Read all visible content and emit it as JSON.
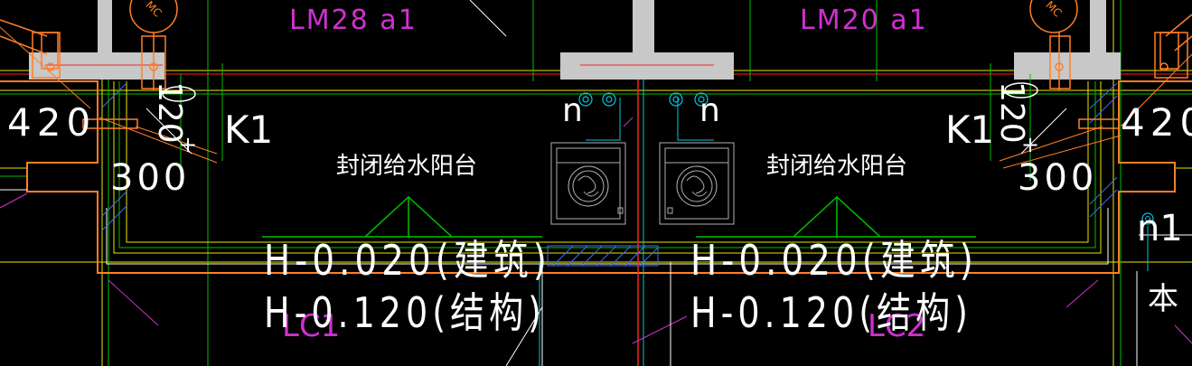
{
  "labels": {
    "door_left": "LM28 a1",
    "door_right": "LM20 a1",
    "room_left": "封闭给水阳台",
    "room_right": "封闭给水阳台",
    "floor_arch_left": "H-0.020(建筑)",
    "floor_arch_right": "H-0.020(建筑)",
    "floor_struct_left": "H-0.120(结构)",
    "floor_struct_right": "H-0.120(结构)",
    "k1_left": "K1",
    "k1_right": "K1",
    "dim_420_left": "420",
    "dim_420_right": "420",
    "dim_300_left": "300",
    "dim_300_right": "300",
    "dim_120_left": "120",
    "dim_120_right": "120",
    "pipe_n_left": "n",
    "pipe_n_right": "n",
    "pipe_n1": "n1",
    "lc1": "LC1",
    "lc2": "LC2",
    "partial_text_right": "本",
    "symbol_mc": "MC"
  },
  "colors": {
    "background": "#000000",
    "wall_fill": "#c8c8c8",
    "slab_edge": "#ff7f27",
    "magenta": "#d030d0",
    "white": "#ffffff",
    "green": "#00c000",
    "cyan": "#00c8e0",
    "yellow": "#e8e800",
    "red": "#ff2020",
    "blue_hatch": "#3a6cff"
  }
}
